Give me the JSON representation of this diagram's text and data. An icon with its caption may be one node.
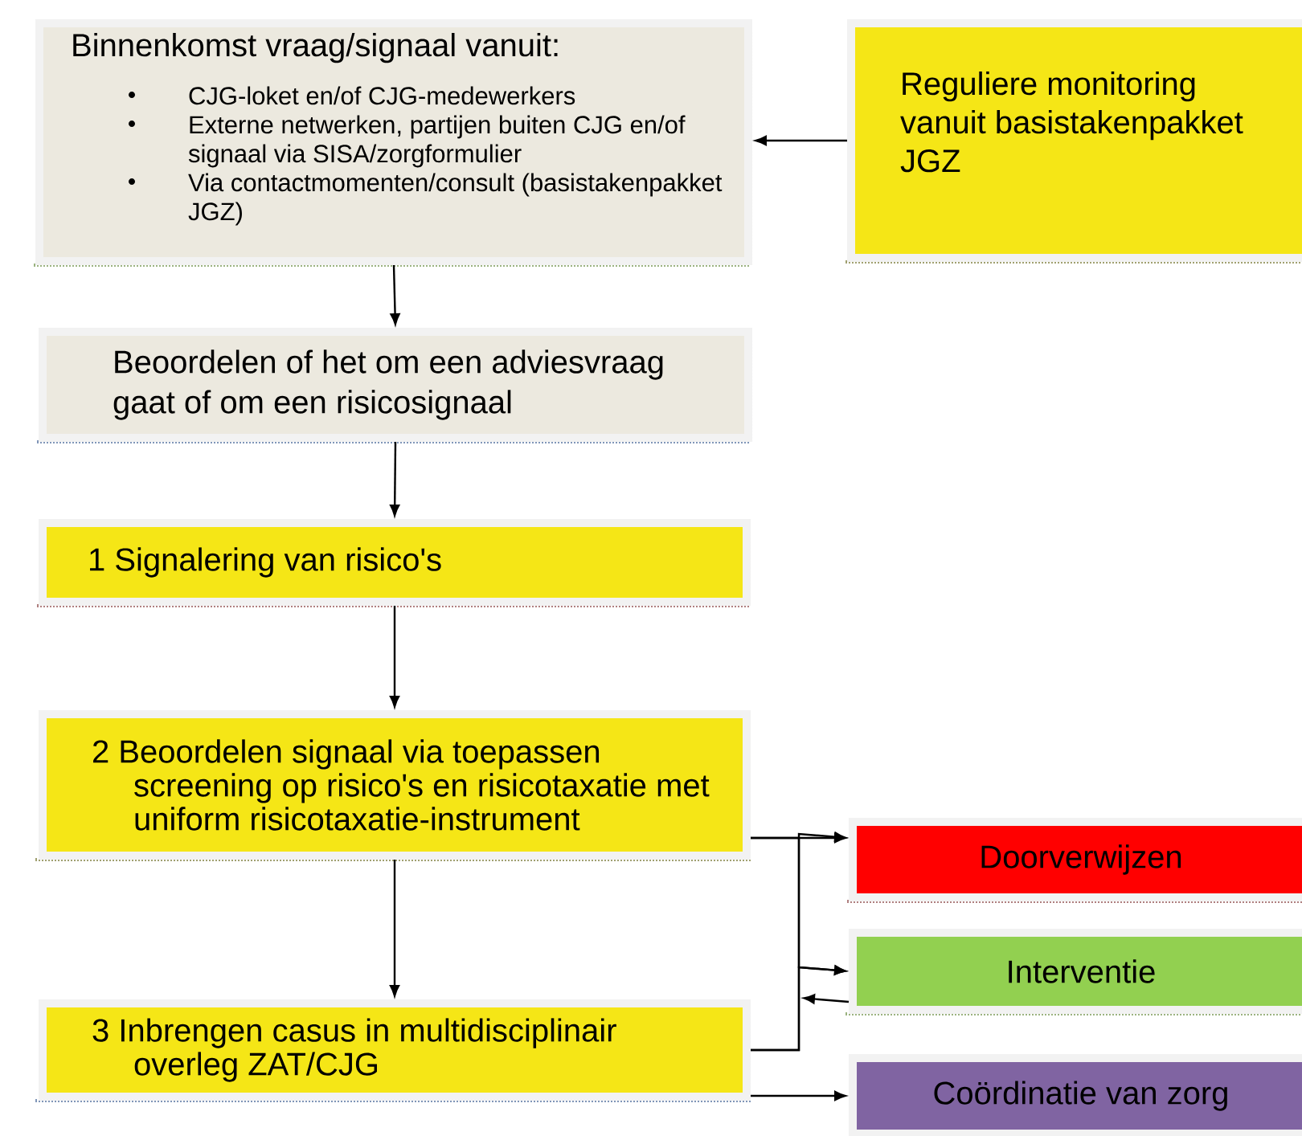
{
  "diagram": {
    "nodes": [
      {
        "text": [
          "Binnenkomst vraag/signaal vanuit:",
          "CJG-loket en/of CJG-medewerkers",
          "Externe netwerken, partijen buiten CJG en/of signaal via SISA/zorgformulier",
          "Via contactmomenten/consult (basistakenpakket JGZ)"
        ]
      },
      {
        "text": [
          "Reguliere monitoring vanuit basistakenpakket JGZ"
        ]
      },
      {
        "text": [
          "Beoordelen of het om een adviesvraag gaat of om een risicosignaal"
        ]
      },
      {
        "text": [
          "1 Signalering van risico's"
        ]
      },
      {
        "text": [
          "2 Beoordelen signaal via toepassen screening op risico's en risicotaxatie met uniform risicotaxatie-instrument"
        ]
      },
      {
        "text": [
          "3 Inbrengen casus in multidisciplinair overleg ZAT/CJG"
        ]
      },
      {
        "text": [
          "Doorverwijzen"
        ]
      },
      {
        "text": [
          "Interventie"
        ]
      },
      {
        "text": [
          "Coördinatie van zorg"
        ]
      }
    ],
    "edges": [
      {
        "from": 1,
        "to": 0,
        "arrow": "to"
      },
      {
        "from": 0,
        "to": 2,
        "arrow": "to"
      },
      {
        "from": 2,
        "to": 3,
        "arrow": "to"
      },
      {
        "from": 3,
        "to": 4,
        "arrow": "to"
      },
      {
        "from": 4,
        "to": 5,
        "arrow": "to"
      },
      {
        "from": 4,
        "to": 6,
        "arrow": "to"
      },
      {
        "from": 4,
        "to": 7,
        "arrow": "to"
      },
      {
        "from": 5,
        "to": 6,
        "arrow": "to"
      },
      {
        "from": 5,
        "to": 7,
        "arrow": "to"
      },
      {
        "from": 7,
        "to": null,
        "arrow": "to"
      },
      {
        "from": 5,
        "to": 8,
        "arrow": "to"
      }
    ]
  }
}
